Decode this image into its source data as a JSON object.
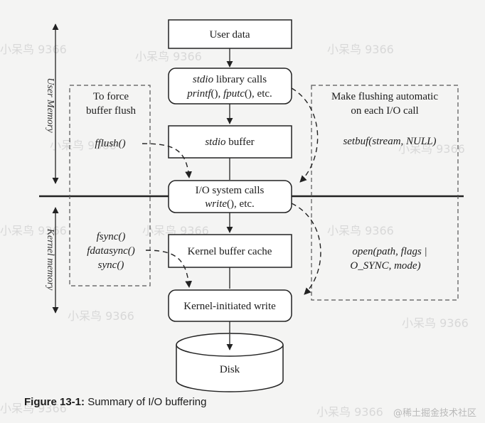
{
  "boxes": {
    "user_data": "User data",
    "stdio_calls": {
      "l1_it": "stdio",
      "l1_rest": " library calls",
      "l2_a": "printf",
      "l2_b": "(), ",
      "l2_c": "fputc",
      "l2_d": "(), etc."
    },
    "stdio_buffer": {
      "it": "stdio",
      "rest": " buffer"
    },
    "io_calls": {
      "l1": "I/O system calls",
      "l2_it": "write",
      "l2_rest": "(), etc."
    },
    "kernel_cache": "Kernel buffer cache",
    "kernel_write": "Kernel-initiated write",
    "disk": "Disk"
  },
  "left_note": {
    "title_1": "To force",
    "title_2": "buffer flush",
    "fflush": "fflush()",
    "fsync": "fsync()",
    "fdatasync": "fdatasync()",
    "sync": "sync()"
  },
  "right_note": {
    "title_1": "Make flushing automatic",
    "title_2": "on each I/O call",
    "setbuf": "setbuf(stream, NULL)",
    "open_1": "open(path, flags |",
    "open_2": "O_SYNC, mode)"
  },
  "axis_labels": {
    "user": "User Memory",
    "kernel": "Kernel memory"
  },
  "caption": {
    "label": "Figure 13-1:",
    "text": " Summary of I/O buffering"
  },
  "watermarks": {
    "text": "小呆鸟 9366",
    "footer": "@稀土掘金技术社区"
  },
  "colors": {
    "background": "#f4f4f3",
    "line": "#222222",
    "dashed": "#555555",
    "box_fill": "#ffffff"
  }
}
